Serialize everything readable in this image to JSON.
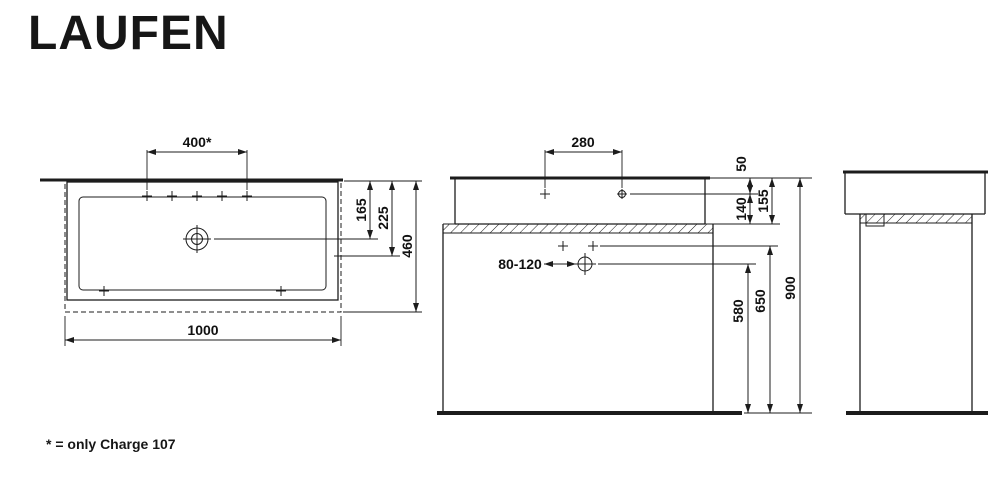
{
  "brand": {
    "logo_text": "LAUFEN"
  },
  "footnote": "* = only Charge 107",
  "diagram": {
    "top_view": {
      "tap_hole_spacing": "400*",
      "overall_width": "1000",
      "drain_center_depth": "165",
      "inner_depth": "225",
      "overall_depth": "460"
    },
    "front_view": {
      "faucet_hole_spacing": "280",
      "rim_to_deck": "50",
      "deck_to_base": "140",
      "basin_height": "155",
      "fixing_range": "80-120",
      "drain_outlet_height": "580",
      "fixing_bolt_height": "650",
      "rim_height": "900"
    }
  }
}
